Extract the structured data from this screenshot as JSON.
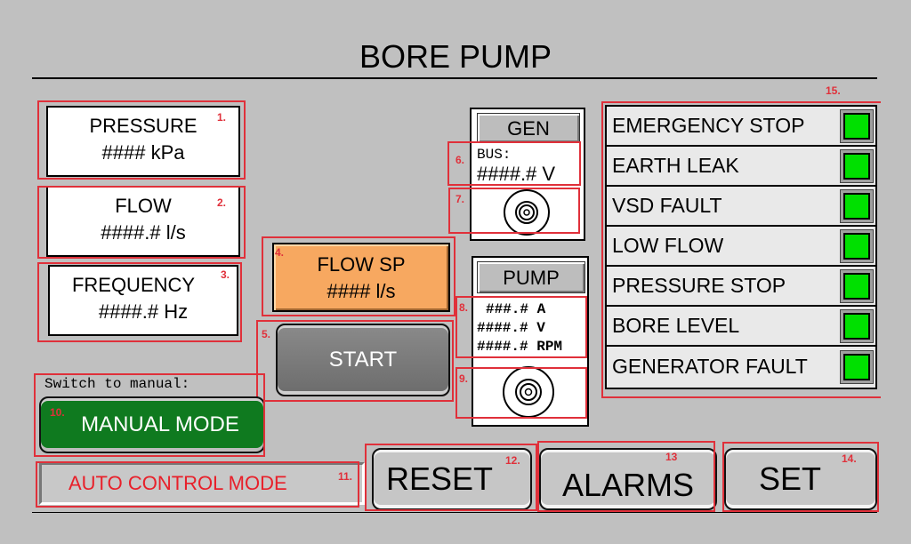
{
  "header": {
    "title": "BORE PUMP"
  },
  "readouts": {
    "pressure": {
      "label": "PRESSURE",
      "value": "#### kPa",
      "marker": "1."
    },
    "flow": {
      "label": "FLOW",
      "value": "####.# l/s",
      "marker": "2."
    },
    "frequency": {
      "label": "FREQUENCY",
      "value": "####.# Hz",
      "marker": "3."
    }
  },
  "flow_sp": {
    "label": "FLOW SP",
    "value": "#### l/s",
    "marker": "4."
  },
  "start": {
    "label": "START",
    "marker": "5."
  },
  "gen": {
    "header": "GEN",
    "bus_label": "BUS:",
    "bus_value": "####.# V",
    "bus_marker": "6.",
    "symbol_marker": "7."
  },
  "pump": {
    "header": "PUMP",
    "lines": [
      "###.# A",
      "####.# V",
      "####.# RPM"
    ],
    "lines_marker": "8.",
    "symbol_marker": "9."
  },
  "manual": {
    "caption": "Switch to manual:",
    "button": "MANUAL MODE",
    "marker": "10."
  },
  "auto_mode": {
    "text": "AUTO CONTROL MODE",
    "marker": "11."
  },
  "bottom_buttons": {
    "reset": {
      "label": "RESET",
      "marker": "12."
    },
    "alarms": {
      "label": "ALARMS",
      "marker": "13"
    },
    "set": {
      "label": "SET",
      "marker": "14."
    }
  },
  "status": {
    "marker": "15.",
    "items": [
      {
        "label": "EMERGENCY STOP",
        "state": "ok"
      },
      {
        "label": "EARTH LEAK",
        "state": "ok"
      },
      {
        "label": "VSD FAULT",
        "state": "ok"
      },
      {
        "label": "LOW FLOW",
        "state": "ok"
      },
      {
        "label": "PRESSURE STOP",
        "state": "ok"
      },
      {
        "label": "BORE LEVEL",
        "state": "ok"
      },
      {
        "label": "GENERATOR FAULT",
        "state": "ok"
      }
    ]
  },
  "colors": {
    "ok": "#00e000",
    "annotation": "#e0303a",
    "background": "#c0c0c0",
    "accent_orange": "#f7a860"
  }
}
